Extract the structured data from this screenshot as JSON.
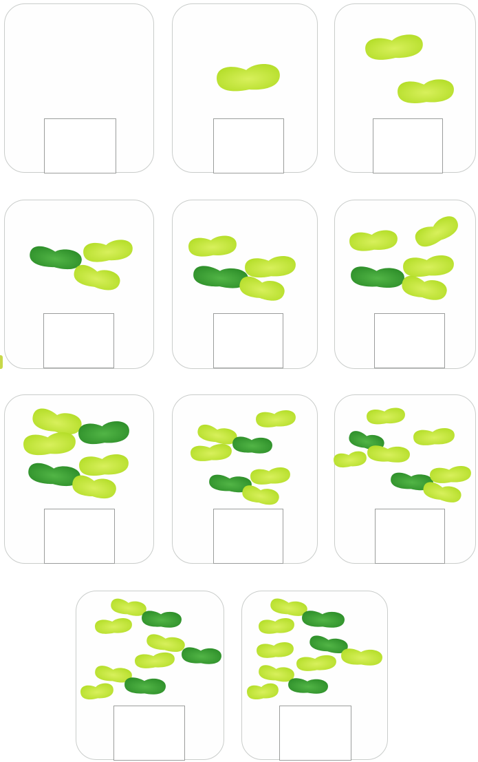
{
  "colors": {
    "panel_border": "#c9ccca",
    "box_border": "#9a9c9b",
    "bean_light": "#b5de2a",
    "bean_light_highlight": "#d8f05c",
    "bean_dark": "#2e8f2a",
    "bean_dark_highlight": "#52b546"
  },
  "panels": [
    {
      "beans": []
    },
    {
      "beans": [
        "light"
      ]
    },
    {
      "beans": [
        "light",
        "light"
      ]
    },
    {
      "beans": [
        "dark",
        "light",
        "light"
      ]
    },
    {
      "beans": [
        "light",
        "dark",
        "light",
        "light"
      ]
    },
    {
      "beans": [
        "light",
        "light",
        "dark",
        "light",
        "light"
      ]
    },
    {
      "beans": [
        "light",
        "light",
        "dark",
        "dark",
        "light",
        "light"
      ]
    },
    {
      "beans": [
        "light",
        "light",
        "dark",
        "light",
        "dark",
        "light",
        "light"
      ]
    },
    {
      "beans": [
        "light",
        "light",
        "dark",
        "light",
        "light",
        "dark",
        "light",
        "light"
      ]
    },
    {
      "beans": [
        "light",
        "dark",
        "light",
        "light",
        "dark",
        "light",
        "light",
        "dark",
        "light"
      ]
    },
    {
      "beans": [
        "light",
        "dark",
        "light",
        "light",
        "dark",
        "light",
        "light",
        "light",
        "dark",
        "light"
      ]
    }
  ]
}
